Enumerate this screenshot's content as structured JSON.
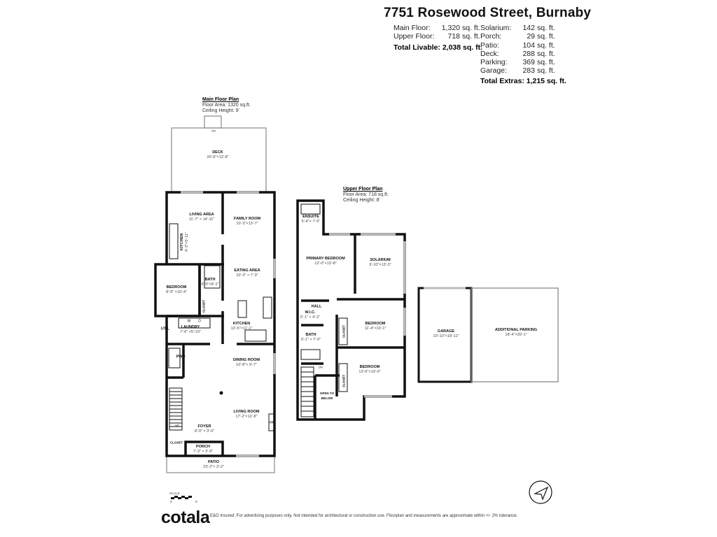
{
  "header": {
    "title": "7751 Rosewood Street, Burnaby",
    "livable": [
      {
        "label": "Main Floor:",
        "value": "1,320",
        "unit": "sq. ft."
      },
      {
        "label": "Upper Floor:",
        "value": "718",
        "unit": "sq. ft."
      }
    ],
    "total_livable": "Total Livable: 2,038 sq. ft.",
    "extras": [
      {
        "label": "Solarium:",
        "value": "142",
        "unit": "sq. ft."
      },
      {
        "label": "Porch:",
        "value": "29",
        "unit": "sq. ft."
      },
      {
        "label": "Patio:",
        "value": "104",
        "unit": "sq. ft."
      },
      {
        "label": "Deck:",
        "value": "288",
        "unit": "sq. ft."
      },
      {
        "label": "Parking:",
        "value": "369",
        "unit": "sq. ft."
      },
      {
        "label": "Garage:",
        "value": "283",
        "unit": "sq. ft."
      }
    ],
    "total_extras": "Total Extras: 1,215 sq. ft."
  },
  "main_floor": {
    "heading": "Main Floor Plan",
    "area": "Floor Area: 1320 sq.ft.",
    "ceiling": "Ceiling Height: 9'",
    "dn": "DN",
    "up": "UP",
    "rooms": {
      "deck": {
        "name": "DECK",
        "dim": "20'-6\"×13'-8\""
      },
      "living_area": {
        "name": "LIVING AREA",
        "dim": "11'-7\" × 14'-11\""
      },
      "family_room": {
        "name": "FAMILY ROOM",
        "dim": "10'-3\"×13'-7\""
      },
      "kitchen_small": {
        "name": "KITCHEN",
        "dim": "9'-3\"×5'-11\""
      },
      "bedroom": {
        "name": "BEDROOM",
        "dim": "8'-9\" ×10'-4\""
      },
      "bath": {
        "name": "BATH",
        "dim": "5'-0\"×8'-1\""
      },
      "eating_area": {
        "name": "EATING AREA",
        "dim": "10'-3\" × 7'-3\""
      },
      "closet1": {
        "name": "CLOSET"
      },
      "util": {
        "name": "UTIL"
      },
      "laundry": {
        "name": "LAUNDRY",
        "dim": "7'-6\" ×5'-10\""
      },
      "kitchen": {
        "name": "KITCHEN",
        "dim": "13'-5\"×11'-1\""
      },
      "pwd": {
        "name": "PWD"
      },
      "dining_room": {
        "name": "DINING ROOM",
        "dim": "10'-8\"× 9'-7\""
      },
      "living_room": {
        "name": "LIVING ROOM",
        "dim": "17'-2\"×12'-8\""
      },
      "fp": {
        "name": "FP"
      },
      "foyer": {
        "name": "FOYER",
        "dim": "8'-0\" × 3'-0\""
      },
      "closet2": {
        "name": "CLOSET"
      },
      "porch": {
        "name": "PORCH",
        "dim": "7'-3\" × 3'-9\""
      },
      "patio": {
        "name": "PATIO",
        "dim": "23'-2\"× 3'-2\""
      }
    },
    "washer": "W",
    "dryer": "D"
  },
  "upper_floor": {
    "heading": "Upper Floor Plan",
    "area": "Floor Area: 718 sq.ft.",
    "ceiling": "Ceiling Height: 8'",
    "dn": "DN",
    "rooms": {
      "ensuite": {
        "name": "ENSUITE",
        "dim": "5'-4\"× 7'-0\""
      },
      "primary_bedroom": {
        "name": "PRIMARY BEDROOM",
        "dim": "12'-0\"×13'-8\""
      },
      "solarium": {
        "name": "SOLARIUM",
        "dim": "9'-10\"×13'-3\""
      },
      "hall": {
        "name": "HALL"
      },
      "wic": {
        "name": "W.I.C.",
        "dim": "5'-1\" × 4'-2\""
      },
      "bedroom2": {
        "name": "BEDROOM",
        "dim": "11'-4\"×10'-1\""
      },
      "closet_a": {
        "name": "CLOSET"
      },
      "bath": {
        "name": "BATH",
        "dim": "5'-1\" × 7'-0\""
      },
      "bedroom3": {
        "name": "BEDROOM",
        "dim": "13'-6\"×10'-0\""
      },
      "closet_b": {
        "name": "CLOSET"
      },
      "open_to_below": {
        "name": "OPEN TO BELOW"
      }
    }
  },
  "outbuildings": {
    "garage": {
      "name": "GARAGE",
      "dim": "10'-10\"×18'-11\""
    },
    "parking": {
      "name": "ADDITIONAL PARKING",
      "dim": "18'-4\"×20'-1\""
    }
  },
  "scale": {
    "label": "SCALE",
    "start": "0'",
    "end": "5'"
  },
  "footer": {
    "logo": "cotala",
    "disclaimer": "E&O Insured. For advertising purposes only. Not intended for architectural or construction use. Floorplan and measurements are approximate within +/- 2% tolerance."
  },
  "colors": {
    "wall": "#111111",
    "window": "#bbbbbb",
    "outline": "#888888"
  }
}
